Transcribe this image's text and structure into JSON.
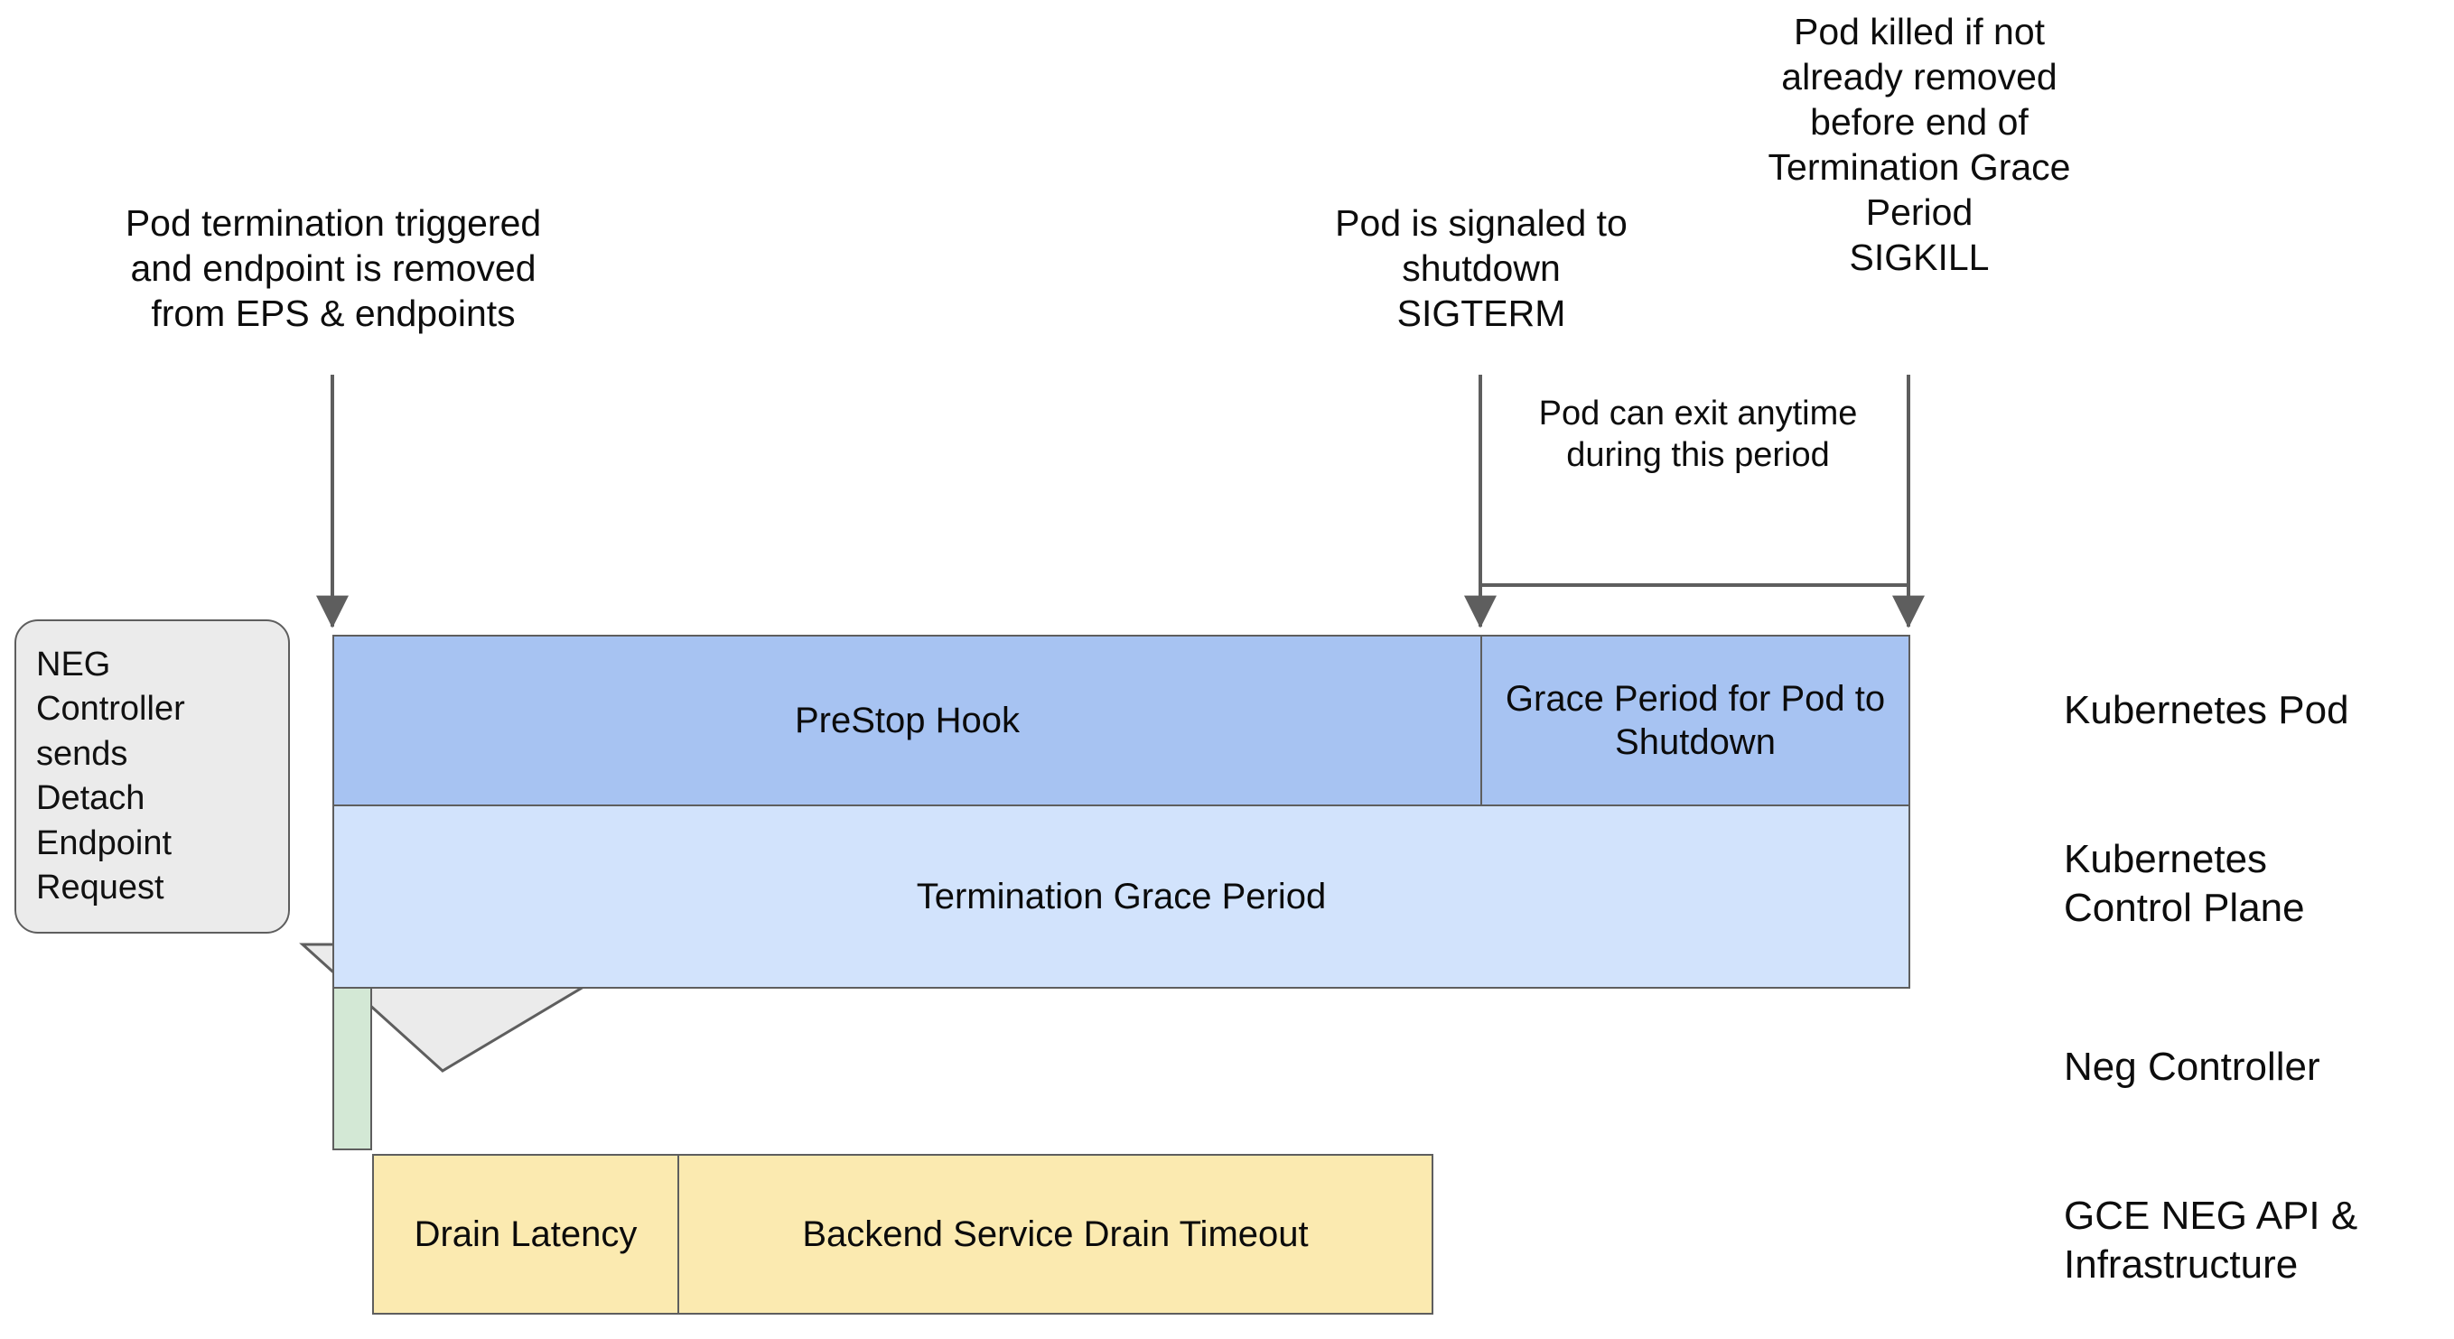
{
  "diagram": {
    "title": "Kubernetes Pod termination and NEG endpoint drain timeline",
    "annotations": [
      {
        "name": "pod-termination-triggered",
        "text": "Pod termination triggered\nand endpoint is removed\nfrom EPS & endpoints"
      },
      {
        "name": "pod-signaled-shutdown",
        "text": "Pod is signaled to\nshutdown\nSIGTERM"
      },
      {
        "name": "pod-killed-sigkill",
        "text": "Pod killed if not\nalready removed\nbefore end of\nTermination Grace\nPeriod\nSIGKILL"
      },
      {
        "name": "pod-can-exit-anytime",
        "text": "Pod can exit anytime\nduring this period"
      }
    ],
    "callout": {
      "name": "neg-controller-detach-callout",
      "text": "NEG\nController\nsends\nDetach\nEndpoint\nRequest"
    },
    "bars": [
      {
        "name": "prestop-hook",
        "label": "PreStop Hook"
      },
      {
        "name": "grace-period-shutdown",
        "label": "Grace Period for\nPod to Shutdown"
      },
      {
        "name": "termination-grace-period",
        "label": "Termination Grace Period"
      },
      {
        "name": "neg-detach",
        "label": ""
      },
      {
        "name": "drain-latency",
        "label": "Drain\nLatency"
      },
      {
        "name": "backend-service-drain-timeout",
        "label": "Backend Service Drain Timeout"
      }
    ],
    "row_labels": [
      {
        "name": "kubernetes-pod",
        "text": "Kubernetes Pod"
      },
      {
        "name": "kubernetes-control-plane",
        "text": "Kubernetes\nControl Plane"
      },
      {
        "name": "neg-controller",
        "text": "Neg Controller"
      },
      {
        "name": "gce-neg-api-infrastructure",
        "text": "GCE NEG API &\nInfrastructure"
      }
    ],
    "colors": {
      "prestop": "#a7c3f2",
      "grace": "#a7c3f2",
      "termination_grace": "#d2e3fc",
      "neg": "#d3e8d5",
      "drain": "#fbeab0",
      "stroke": "#5e5e5e",
      "callout_fill": "#ebebeb",
      "background": "#ffffff"
    }
  }
}
